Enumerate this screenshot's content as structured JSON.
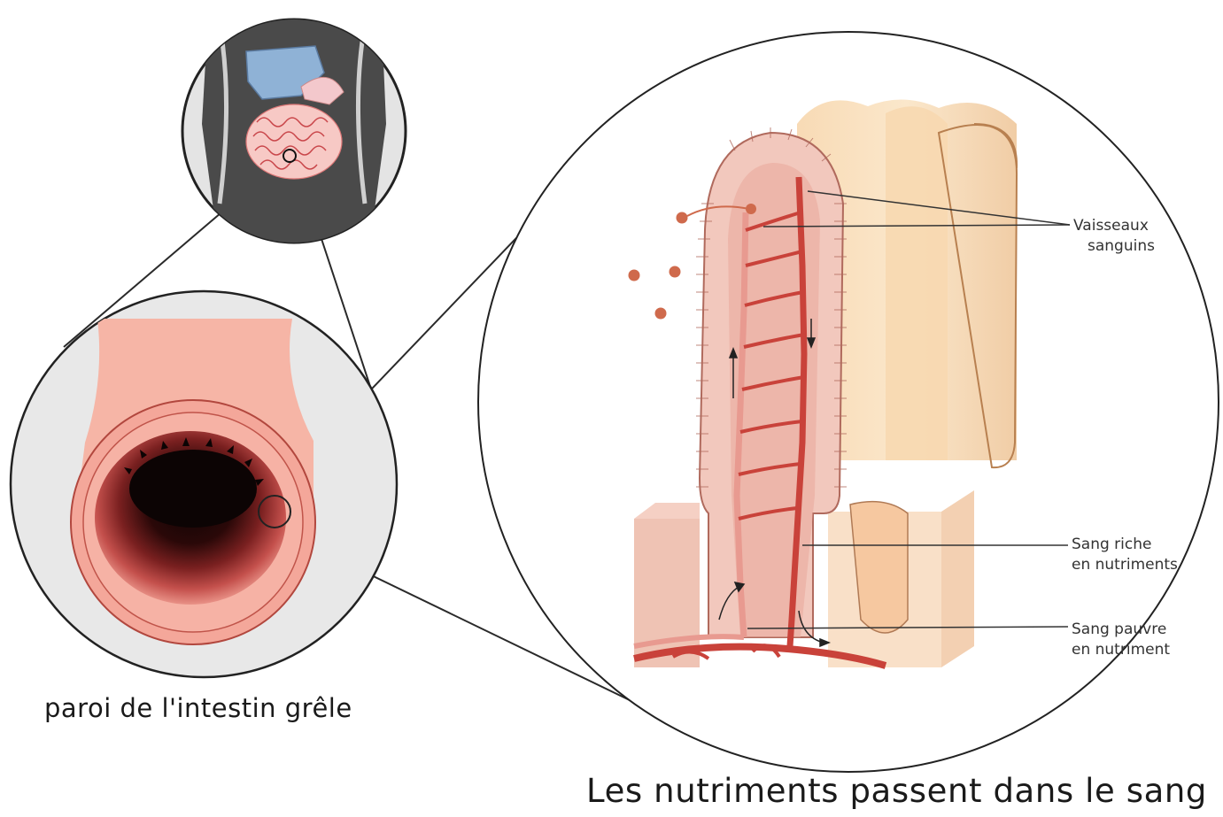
{
  "captions": {
    "wall": "paroi de l'intestin grêle",
    "main": "Les nutriments passent dans le sang"
  },
  "labels": {
    "vessels": [
      "Vaisseaux",
      "sanguins"
    ],
    "rich_blood": [
      "Sang riche",
      "en nutriments"
    ],
    "poor_blood": [
      "Sang pauvre",
      "en nutriment"
    ]
  },
  "colors": {
    "artery": "#c9423a",
    "vein": "#e89a90",
    "villus_tissue": "#efc1b4",
    "intestine_wall": "#f4b0a0",
    "lumen": "#1a0a0a",
    "nutrient_dot": "#cf6a4c",
    "liver": "#8fb2d6",
    "circle_fill": "#e6e6e6"
  }
}
